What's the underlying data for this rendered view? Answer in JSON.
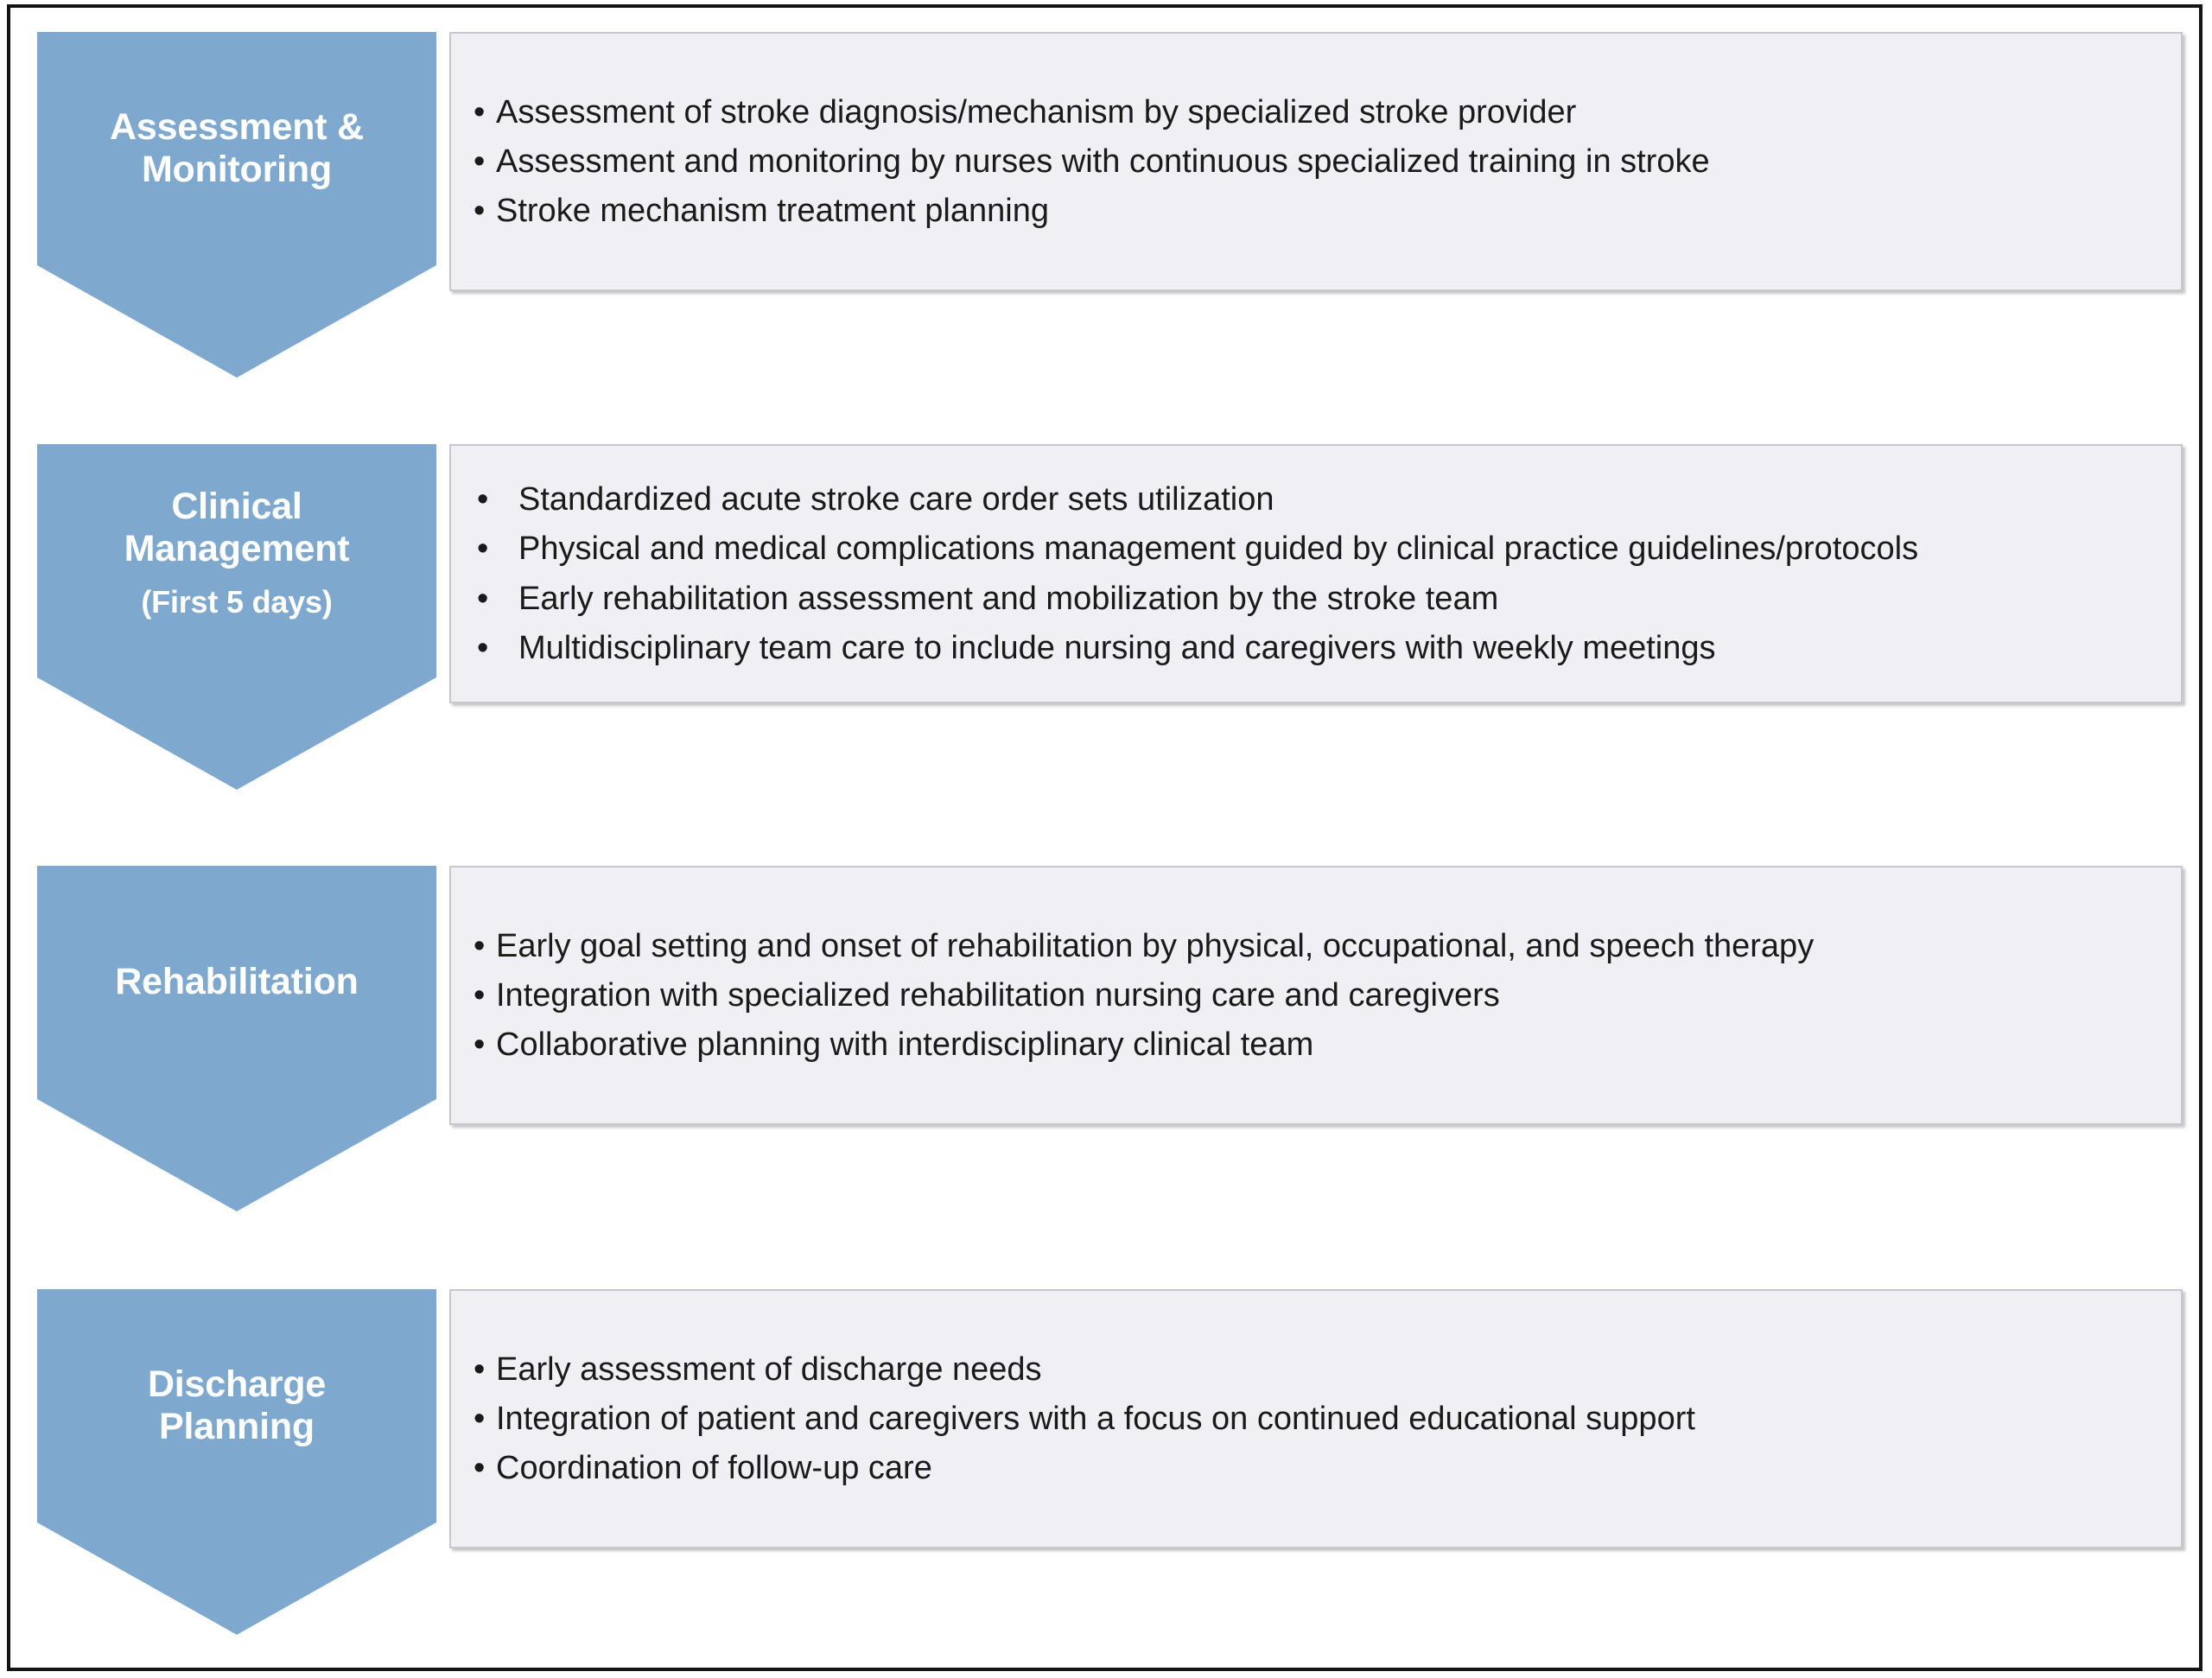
{
  "figure": {
    "kind": "stroke-care-pathway-flow-diagram",
    "colors": {
      "stage_fill": "#7FA8CE",
      "stage_text": "#FFFFFF",
      "panel_fill": "#F0F0F4",
      "panel_border": "#C7C7CC",
      "frame_border": "#141414",
      "body_text": "#1A1A1A"
    },
    "bullet_glyph": "•"
  },
  "stages": [
    {
      "title": "Assessment &",
      "title_line2": "Monitoring",
      "subtitle": "",
      "bullet_indent": "normal",
      "bullets": [
        "Assessment of stroke diagnosis/mechanism by specialized stroke provider",
        "Assessment and monitoring by nurses with continuous specialized training in stroke",
        "Stroke mechanism treatment planning"
      ]
    },
    {
      "title": "Clinical",
      "title_line2": "Management",
      "subtitle": "(First 5 days)",
      "bullet_indent": "wide",
      "bullets": [
        "Standardized acute stroke care order sets utilization",
        "Physical and medical complications management guided by clinical practice guidelines/protocols",
        "Early rehabilitation assessment and mobilization by the stroke team",
        "Multidisciplinary team care to include nursing and caregivers with weekly meetings"
      ]
    },
    {
      "title": "Rehabilitation",
      "title_line2": "",
      "subtitle": "",
      "bullet_indent": "normal",
      "bullets": [
        "Early goal setting and onset of rehabilitation by physical, occupational, and speech therapy",
        "Integration with specialized rehabilitation nursing care and caregivers",
        "Collaborative planning with interdisciplinary clinical team"
      ]
    },
    {
      "title": "Discharge",
      "title_line2": "Planning",
      "subtitle": "",
      "bullet_indent": "normal",
      "bullets": [
        "Early assessment of discharge needs",
        "Integration of patient and caregivers with a focus on continued educational support",
        "Coordination of follow-up care"
      ]
    }
  ]
}
